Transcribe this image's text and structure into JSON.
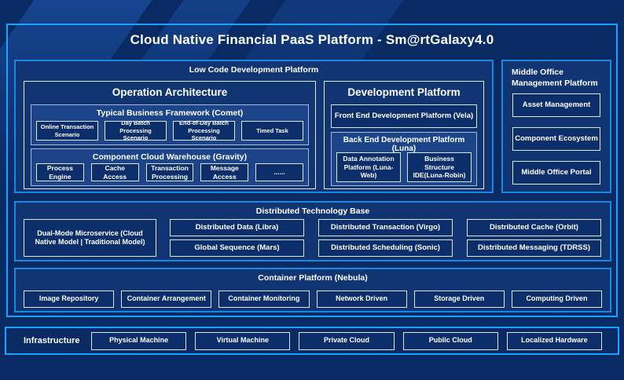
{
  "title": "Cloud Native Financial PaaS Platform - Sm@rtGalaxy4.0",
  "low_code": {
    "label": "Low Code Development Platform",
    "operation_architecture": {
      "title": "Operation Architecture",
      "comet": {
        "label": "Typical Business Framework (Comet)",
        "items": [
          "Online Transaction Scenario",
          "Day Batch Processing Scenario",
          "End-of-Day Batch Processing Scenario",
          "Timed Task"
        ]
      },
      "gravity": {
        "label": "Component Cloud Warehouse (Gravity)",
        "items": [
          "Process Engine",
          "Cache Access",
          "Transaction Processing",
          "Message Access",
          "......"
        ]
      }
    },
    "development_platform": {
      "title": "Development Platform",
      "front_end": "Front End Development Platform (Vela)",
      "back_end": {
        "label": "Back End Development Platform (Luna)",
        "items": [
          "Data Annotation Platform (Luna-Web)",
          "Business Structure IDE(Luna-Robin)"
        ]
      }
    }
  },
  "middle_office": {
    "label": "Middle Office Management Platform",
    "items": [
      "Asset Management",
      "Component Ecosystem",
      "Middle Office Portal"
    ]
  },
  "distributed": {
    "label": "Distributed Technology Base",
    "dual_mode": "Dual-Mode Microservice (Cloud Native Model | Traditional Model)",
    "row1": [
      "Distributed Data (Libra)",
      "Distributed Transaction (Virgo)",
      "Distributed Cache (Orbit)"
    ],
    "row2": [
      "Global Sequence (Mars)",
      "Distributed Scheduling (Sonic)",
      "Distributed Messaging (TDRSS)"
    ]
  },
  "container_platform": {
    "label": "Container Platform (Nebula)",
    "items": [
      "Image Repository",
      "Container Arrangement",
      "Container Monitoring",
      "Network Driven",
      "Storage Driven",
      "Computing Driven"
    ]
  },
  "infrastructure": {
    "label": "Infrastructure",
    "items": [
      "Physical Machine",
      "Virtual Machine",
      "Private Cloud",
      "Public Cloud",
      "Localized Hardware"
    ]
  },
  "colors": {
    "background": "#0A2A63",
    "frame_border": "#19A3FF",
    "section_border": "#1B86E3",
    "panel_fill": "#1B4489",
    "leaf_fill": "#0C2E6A",
    "text": "#FFFFFF"
  }
}
